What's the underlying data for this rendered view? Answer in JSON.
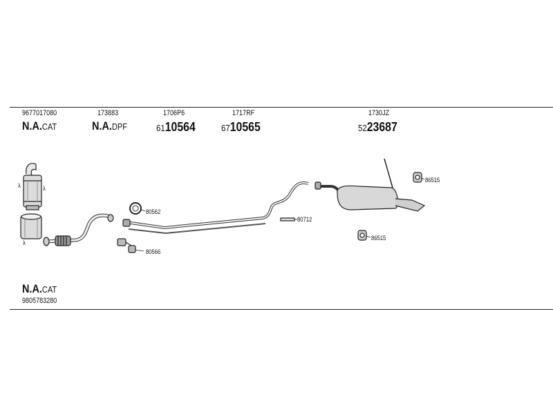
{
  "header": {
    "parts": [
      {
        "code": "9677017080",
        "na": "N.A.",
        "na_suffix": "CAT"
      },
      {
        "code": "173883",
        "na": "N.A.",
        "na_suffix": "DPF"
      },
      {
        "code": "1706P6",
        "num_prefix": "61",
        "num_main": "10564"
      },
      {
        "code": "1717RF",
        "num_prefix": "67",
        "num_main": "10565"
      },
      {
        "code": "1730JZ",
        "num_prefix": "52",
        "num_main": "23687"
      }
    ]
  },
  "callouts": {
    "clamp_a": "80562",
    "clamp_b": "80566",
    "hanger_mid": "80712",
    "rubber_top": "86515",
    "rubber_bottom": "86515",
    "sensor_a": "λ",
    "sensor_b": "λ",
    "sensor_c": "λ"
  },
  "footer": {
    "na": "N.A.",
    "na_suffix": "CAT",
    "code": "9805783280"
  }
}
